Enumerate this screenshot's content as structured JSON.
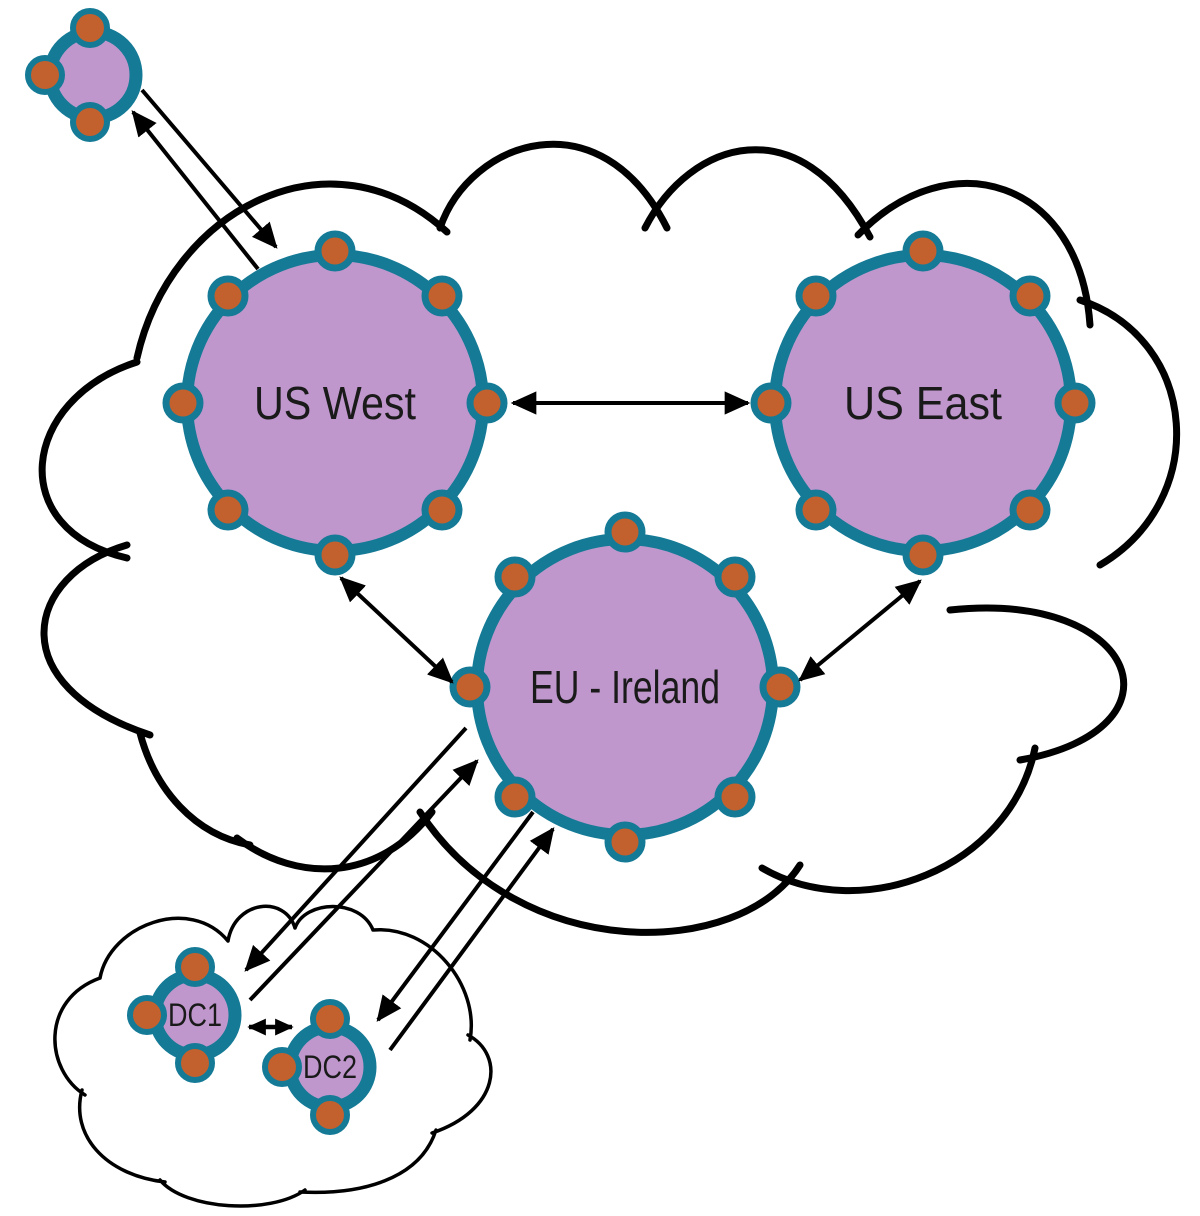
{
  "diagram": {
    "description": "Cloud regions replication diagram",
    "regions": {
      "us_west": {
        "label": "US West",
        "node_count": 8
      },
      "us_east": {
        "label": "US East",
        "node_count": 8
      },
      "eu_ireland": {
        "label": "EU - Ireland",
        "node_count": 8
      },
      "dc1": {
        "label": "DC1",
        "node_count": 3
      },
      "dc2": {
        "label": "DC2",
        "node_count": 3
      },
      "satellite_cluster": {
        "label": "",
        "node_count": 3
      }
    },
    "connections": [
      {
        "from": "satellite-cluster",
        "to": "us-west",
        "style": "two-opposite-one-way-arrows"
      },
      {
        "from": "us-west",
        "to": "us-east",
        "style": "bidirectional-arrow"
      },
      {
        "from": "us-west",
        "to": "eu-ireland",
        "style": "bidirectional-arrow"
      },
      {
        "from": "us-east",
        "to": "eu-ireland",
        "style": "bidirectional-arrow"
      },
      {
        "from": "eu-ireland",
        "to": "dc1",
        "style": "two-opposite-one-way-arrows"
      },
      {
        "from": "eu-ireland",
        "to": "dc2",
        "style": "two-opposite-one-way-arrows"
      },
      {
        "from": "dc1",
        "to": "dc2",
        "style": "bidirectional-arrow"
      }
    ]
  },
  "colors": {
    "region_fill": "#bf97cc",
    "region_border": "#157a96",
    "node_fill": "#c2612e",
    "node_ring": "#157a96",
    "arrow": "#000000",
    "cloud_stroke": "#000000",
    "label_color": "#1a1a1a"
  }
}
